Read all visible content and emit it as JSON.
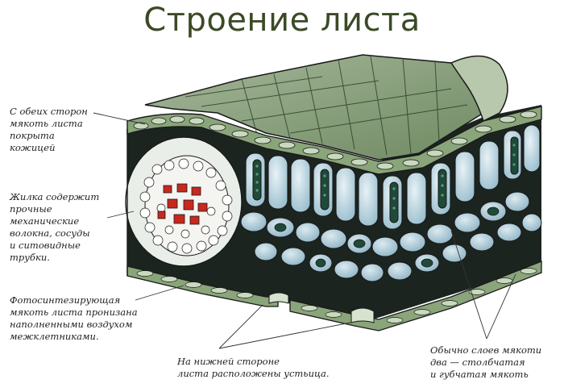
{
  "title": "Строение листа",
  "labels": {
    "epidermis": [
      "С обеих сторон",
      "мякоть листа",
      "покрыта",
      "кожицей"
    ],
    "vein": [
      "Жилка содержит",
      "прочные",
      "механические",
      "волокна, сосуды",
      "и ситовидные",
      "трубки."
    ],
    "spongy": [
      "Фотосинтезирующая",
      "мякоть листа пронизана",
      "наполненными воздухом",
      "межклетниками."
    ],
    "stomata": [
      "На нижней стороне",
      "листа расположены устьица."
    ],
    "layers": [
      "Обычно слоев мякоти",
      "два — столбчатая",
      "и губчатая мякоть"
    ]
  },
  "colors": {
    "title": "#3b4a26",
    "epidermis": "#7f9a6e",
    "palisade": "#c7dbe3",
    "chloroplast": "#2f6b4a",
    "vessel": "#c8281e",
    "cell_outline": "#1a1a1a"
  }
}
